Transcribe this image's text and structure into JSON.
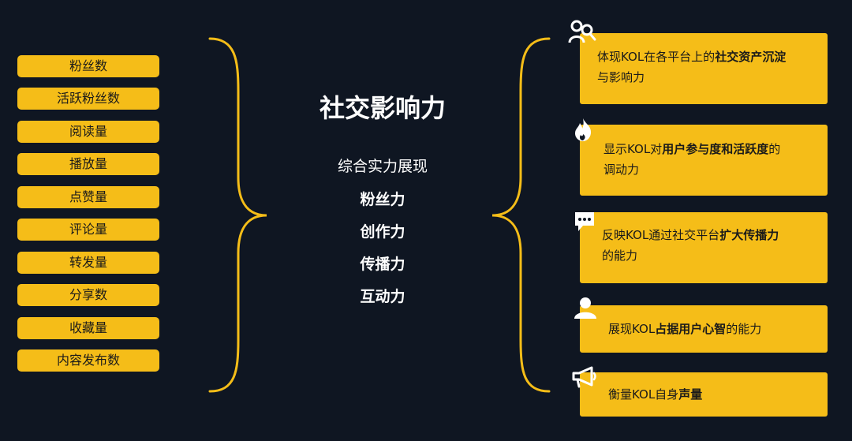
{
  "metrics": [
    "粉丝数",
    "活跃粉丝数",
    "阅读量",
    "播放量",
    "点赞量",
    "评论量",
    "转发量",
    "分享数",
    "收藏量",
    "内容发布数"
  ],
  "center": {
    "title": "社交影响力",
    "subtitle": "综合实力展现",
    "powers": [
      "粉丝力",
      "创作力",
      "传播力",
      "互动力"
    ]
  },
  "cards": [
    {
      "icon": "people-search-icon",
      "line1_pre": "体现KOL在各平台上的",
      "line1_bold": "社交资产沉淀",
      "line2": "与影响力"
    },
    {
      "icon": "flame-icon",
      "line1_pre": "显示KOL对",
      "line1_bold": "用户参与度和活跃度",
      "line1_post": "的",
      "line2": "调动力"
    },
    {
      "icon": "chat-bubble-icon",
      "line1_pre": "反映KOL通过社交平台",
      "line1_bold": "扩大传播力",
      "line2": "的能力"
    },
    {
      "icon": "user-icon",
      "line1_pre": "展现KOL",
      "line1_bold": "占据用户心智",
      "line1_post": "的能力"
    },
    {
      "icon": "megaphone-icon",
      "line1_pre": "衡量KOL自身",
      "line1_bold": "声量"
    }
  ],
  "colors": {
    "background": "#0f1622",
    "accent": "#f5bd18",
    "text_on_accent": "#1a1a1a",
    "text_light": "#ffffff"
  }
}
